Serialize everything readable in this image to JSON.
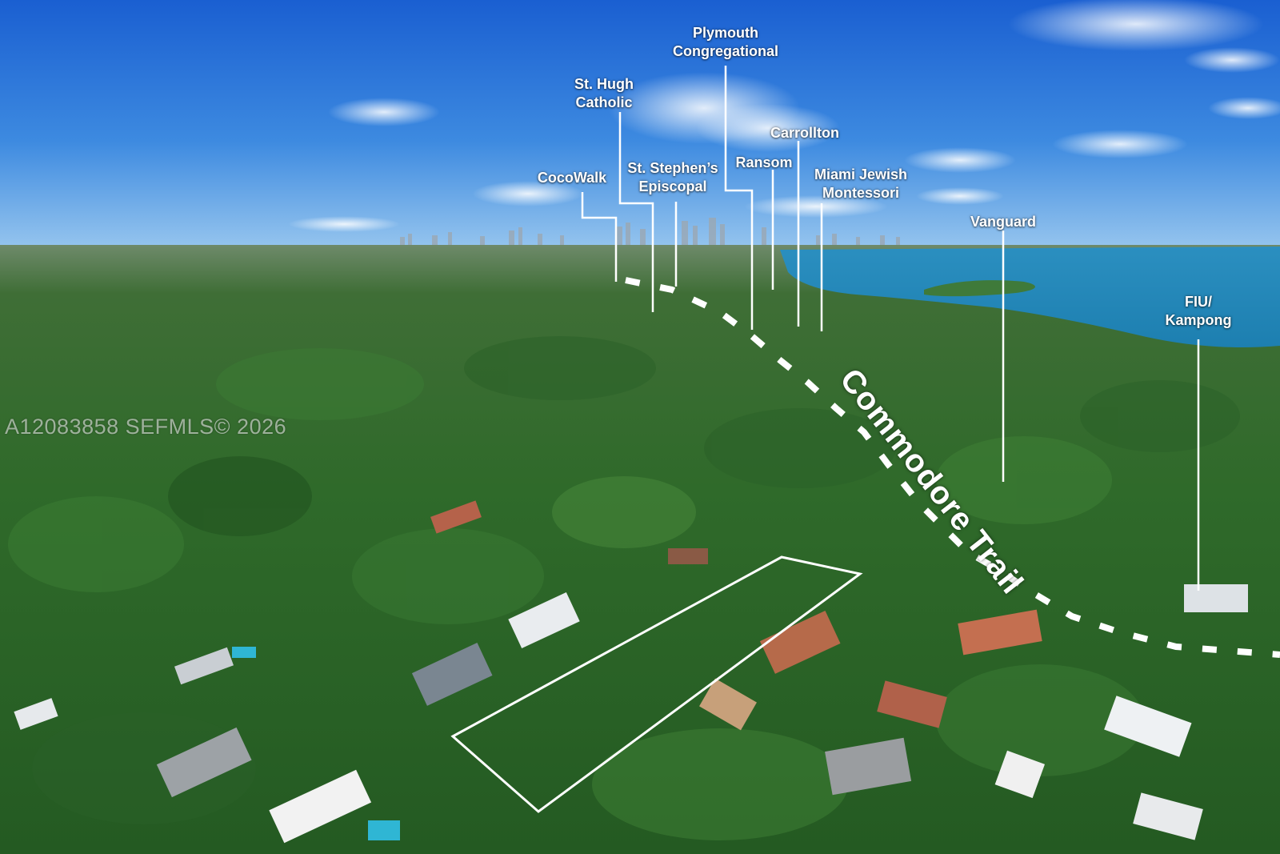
{
  "labels": {
    "plymouth": [
      "Plymouth",
      "Congregational"
    ],
    "st_hugh": [
      "St. Hugh",
      "Catholic"
    ],
    "carrollton": [
      "Carrollton"
    ],
    "st_stephens": [
      "St. Stephen’s",
      "Episcopal"
    ],
    "ransom": [
      "Ransom"
    ],
    "cocowalk": [
      "CocoWalk"
    ],
    "miami_jewish": [
      "Miami Jewish",
      "Montessori"
    ],
    "vanguard": [
      "Vanguard"
    ],
    "fiu_kampong": [
      "FIU/",
      "Kampong"
    ]
  },
  "road_label": "Commodore Trail",
  "watermark": "A12083858  SEFMLS© 2026",
  "colors": {
    "sky_top": "#1f66d6",
    "sky_horizon": "#8fc2ee",
    "water": "#1f8fbf",
    "foliage": "#2f6d2c",
    "annotation": "#ffffff"
  }
}
